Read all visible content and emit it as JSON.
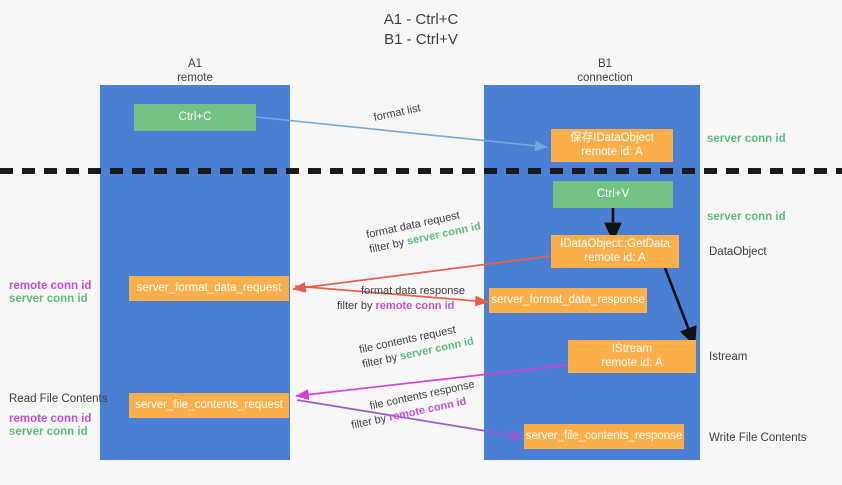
{
  "title": {
    "line1": "A1 - Ctrl+C",
    "line2": "B1 - Ctrl+V"
  },
  "colors": {
    "lane": "#4a7fd4",
    "green_box": "#72c286",
    "orange_box": "#fbaf4b",
    "server_conn_id": "#5fbb7d",
    "remote_conn_id": "#c44fd2",
    "arrow_blue": "#6fa8dc",
    "arrow_red": "#e8604c",
    "arrow_magenta": "#d63fd6",
    "arrow_purple": "#9b59d0",
    "arrow_black": "#111111",
    "background": "#f7f7f7",
    "text": "#3c4043"
  },
  "columns": [
    {
      "id": "a1",
      "name": "A1",
      "subtitle": "remote"
    },
    {
      "id": "b1",
      "name": "B1",
      "subtitle": "connection"
    }
  ],
  "nodes": [
    {
      "id": "ctrl-c",
      "column": "a1",
      "style": "green",
      "line1": "Ctrl+C",
      "line2": ""
    },
    {
      "id": "save-idataobject",
      "column": "b1",
      "style": "orange",
      "line1": "保存IDataObject",
      "line2": "remote id: A"
    },
    {
      "id": "ctrl-v",
      "column": "b1",
      "style": "green",
      "line1": "Ctrl+V",
      "line2": ""
    },
    {
      "id": "idataobject-getdata",
      "column": "b1",
      "style": "orange",
      "line1": "IDataObject::GetData",
      "line2": "remote id: A"
    },
    {
      "id": "server-format-data-request",
      "column": "a1",
      "style": "orange",
      "line1": "server_format_data_request",
      "line2": ""
    },
    {
      "id": "server-format-data-response",
      "column": "b1",
      "style": "orange",
      "line1": "server_format_data_response",
      "line2": ""
    },
    {
      "id": "istream",
      "column": "b1",
      "style": "orange",
      "line1": "IStream",
      "line2": "remote id: A"
    },
    {
      "id": "server-file-contents-request",
      "column": "a1",
      "style": "orange",
      "line1": "server_file_contents_request",
      "line2": ""
    },
    {
      "id": "server-file-contents-response",
      "column": "b1",
      "style": "orange",
      "line1": "server_file_contents_response",
      "line2": ""
    }
  ],
  "right_labels": [
    {
      "id": "server-conn-id-top",
      "text": "server conn id",
      "kind": "green"
    },
    {
      "id": "server-conn-id-second",
      "text": "server conn id",
      "kind": "green"
    },
    {
      "id": "dataobject",
      "text": "DataObject",
      "kind": "plain"
    },
    {
      "id": "istream",
      "text": "Istream",
      "kind": "plain"
    },
    {
      "id": "write-file-contents",
      "text": "Write File Contents",
      "kind": "plain"
    }
  ],
  "left_labels": [
    {
      "id": "format-data-conn-remote",
      "text": "remote conn id",
      "kind": "purple"
    },
    {
      "id": "format-data-conn-server",
      "text": "server conn id",
      "kind": "green"
    },
    {
      "id": "read-file-contents",
      "text": "Read File Contents",
      "kind": "plain"
    },
    {
      "id": "file-contents-remote",
      "text": "remote conn id",
      "kind": "purple"
    },
    {
      "id": "file-contents-server",
      "text": "server conn id",
      "kind": "green"
    }
  ],
  "edge_labels": [
    {
      "id": "format-list",
      "text": "format list",
      "filter_prefix": "",
      "filter_value": "",
      "filter_kind": ""
    },
    {
      "id": "format-data-request",
      "text": "format data request",
      "filter_prefix": "filter by ",
      "filter_value": "server conn id",
      "filter_kind": "green"
    },
    {
      "id": "format-data-response",
      "text": "format data response",
      "filter_prefix": "filter by ",
      "filter_value": "remote conn id",
      "filter_kind": "purple"
    },
    {
      "id": "file-contents-request",
      "text": "file contents request",
      "filter_prefix": "filter by ",
      "filter_value": "server conn id",
      "filter_kind": "green"
    },
    {
      "id": "file-contents-response",
      "text": "file contents response",
      "filter_prefix": "filter by ",
      "filter_value": "remote conn id",
      "filter_kind": "purple"
    }
  ],
  "chart_data": {
    "type": "diagram",
    "title": "A1 - Ctrl+C / B1 - Ctrl+V",
    "lanes": [
      "A1 remote",
      "B1 connection"
    ],
    "flows": [
      {
        "from": "ctrl-c",
        "to": "save-idataobject",
        "label": "format list",
        "color": "#6fa8dc"
      },
      {
        "from": "ctrl-v",
        "to": "idataobject-getdata",
        "label": "",
        "color": "#111111"
      },
      {
        "from": "idataobject-getdata",
        "to": "server-format-data-request",
        "label": "format data request / filter by server conn id",
        "color": "#e8604c"
      },
      {
        "from": "server-format-data-request",
        "to": "server-format-data-response",
        "label": "format data response / filter by remote conn id",
        "color": "#e8604c"
      },
      {
        "from": "idataobject-getdata",
        "to": "istream",
        "label": "",
        "color": "#111111"
      },
      {
        "from": "istream",
        "to": "server-file-contents-request",
        "label": "file contents request / filter by server conn id",
        "color": "#d63fd6"
      },
      {
        "from": "server-file-contents-request",
        "to": "server-file-contents-response",
        "label": "file contents response / filter by remote conn id",
        "color": "#9b59d0"
      }
    ]
  }
}
